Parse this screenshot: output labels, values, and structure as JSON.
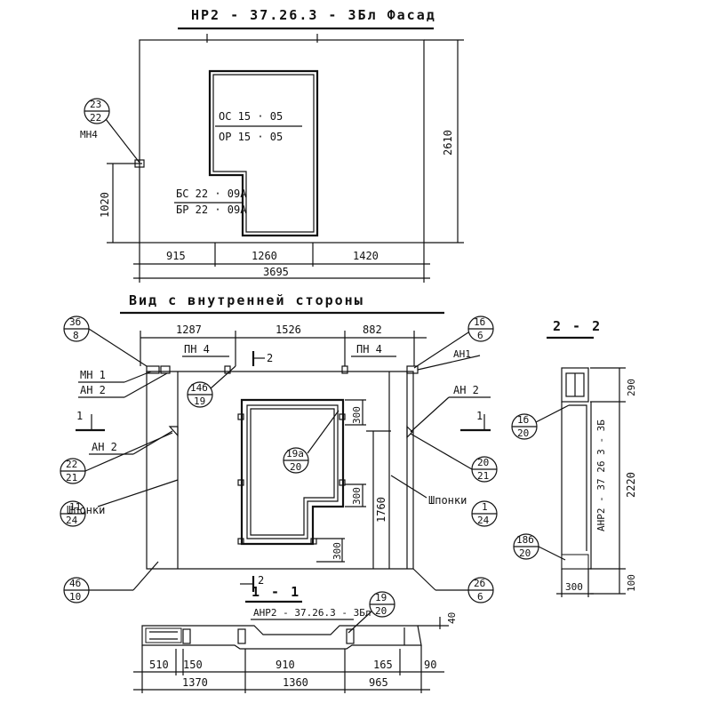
{
  "facade": {
    "title": "НР2 - 37.26.3 - 3Бл Фасад",
    "window_top_1": "ОС 15 · 05",
    "window_top_2": "ОР 15 · 05",
    "window_bottom_1": "БС 22 · 09А",
    "window_bottom_2": "БР 22 · 09А",
    "callout_top": "23",
    "callout_bottom": "22",
    "callout_label": "МН4",
    "dim_height_left": "1020",
    "dim_height_right": "2610",
    "dim_1": "915",
    "dim_2": "1260",
    "dim_3": "1420",
    "dim_total": "3695"
  },
  "inner_view": {
    "title": "Вид с внутренней стороны",
    "dim_1": "1287",
    "dim_2": "1526",
    "dim_3": "882",
    "pn4_left": "ПН 4",
    "pn4_right": "ПН 4",
    "cut_mark": "2",
    "cut_mark_bottom": "2",
    "mark_left": "1",
    "mark_right": "1",
    "mn1": "МН 1",
    "an2_top_left": "АН 2",
    "an2_mid_left": "АН 2",
    "an1": "АН1",
    "an2_right": "АН 2",
    "shponki_left": "Шпонки",
    "shponki_right": "Шпонки",
    "dim_300_a": "300",
    "dim_300_b": "300",
    "dim_300_c": "300",
    "dim_1760": "1760",
    "callouts": [
      {
        "top": "3б",
        "bottom": "8"
      },
      {
        "top": "14б",
        "bottom": "19"
      },
      {
        "top": "22",
        "bottom": "21"
      },
      {
        "top": "11",
        "bottom": "24"
      },
      {
        "top": "4б",
        "bottom": "10"
      },
      {
        "top": "19а",
        "bottom": "20"
      },
      {
        "top": "1б",
        "bottom": "6"
      },
      {
        "top": "20",
        "bottom": "21"
      },
      {
        "top": "1",
        "bottom": "24"
      },
      {
        "top": "2б",
        "bottom": "6"
      }
    ]
  },
  "section_2": {
    "title": "2 - 2",
    "label": "АНР2 - 37 26 3 - 3Б",
    "dim_290": "290",
    "dim_2220": "2220",
    "dim_300": "300",
    "dim_100": "100",
    "callout_1_top": "1б",
    "callout_1_bottom": "20",
    "callout_2_top": "18б",
    "callout_2_bottom": "20"
  },
  "section_1": {
    "title": "1 - 1",
    "label": "АНР2 - 37.26.3 - 3Бл",
    "callout_top": "19",
    "callout_bottom": "20",
    "dim_40": "40",
    "dim_510": "510",
    "dim_150": "150",
    "dim_910": "910",
    "dim_165": "165",
    "dim_90": "90",
    "dim_1370": "1370",
    "dim_1360": "1360",
    "dim_965": "965"
  }
}
